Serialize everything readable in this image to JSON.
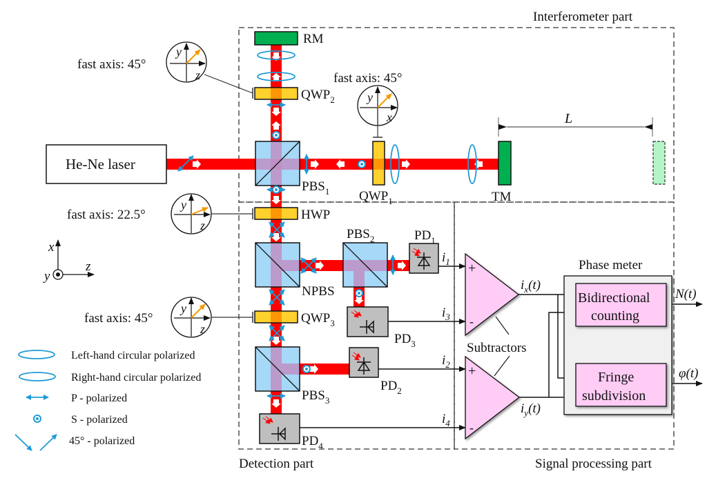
{
  "sections": {
    "interferometer": "Interferometer part",
    "detection": "Detection part",
    "signal_processing": "Signal processing part"
  },
  "components": {
    "laser": "He-Ne laser",
    "rm": "RM",
    "qwp2": {
      "base": "QWP",
      "sub": "2"
    },
    "qwp1": {
      "base": "QWP",
      "sub": "1"
    },
    "qwp3": {
      "base": "QWP",
      "sub": "3"
    },
    "pbs1": {
      "base": "PBS",
      "sub": "1"
    },
    "pbs2": {
      "base": "PBS",
      "sub": "2"
    },
    "pbs3": {
      "base": "PBS",
      "sub": "3"
    },
    "npbs": "NPBS",
    "hwp": "HWP",
    "tm": "TM",
    "distance": "L",
    "pd1": {
      "base": "PD",
      "sub": "1"
    },
    "pd2": {
      "base": "PD",
      "sub": "2"
    },
    "pd3": {
      "base": "PD",
      "sub": "3"
    },
    "pd4": {
      "base": "PD",
      "sub": "4"
    }
  },
  "waveplates": {
    "qwp2_fast_axis": "fast axis: 45°",
    "qwp1_fast_axis": "fast axis: 45°",
    "hwp_fast_axis": "fast axis: 22.5°",
    "qwp3_fast_axis": "fast axis: 45°",
    "axis_y": "y",
    "axis_z": "z",
    "axis_x": "x"
  },
  "signals": {
    "i1": {
      "base": "i",
      "sub": "1"
    },
    "i2": {
      "base": "i",
      "sub": "2"
    },
    "i3": {
      "base": "i",
      "sub": "3"
    },
    "i4": {
      "base": "i",
      "sub": "4"
    },
    "ix": {
      "base": "i",
      "sub": "x",
      "tail": "(t)"
    },
    "iy": {
      "base": "i",
      "sub": "y",
      "tail": "(t)"
    },
    "plus": "+",
    "minus": "-",
    "subtractors": "Subtractors",
    "phase_meter": "Phase meter",
    "bidirectional_1": "Bidirectional",
    "bidirectional_2": "counting",
    "fringe_1": "Fringe",
    "fringe_2": "subdivision",
    "output_n": "N(t)",
    "output_phi": "φ(t)"
  },
  "coordinate_frame": {
    "x": "x",
    "y": "y",
    "z": "z"
  },
  "legend": [
    {
      "icon": "left-hand-circular-icon",
      "label": "Left-hand circular  polarized"
    },
    {
      "icon": "right-hand-circular-icon",
      "label": "Right-hand circular polarized"
    },
    {
      "icon": "p-polarized-icon",
      "label": "P - polarized"
    },
    {
      "icon": "s-polarized-icon",
      "label": "S - polarized"
    },
    {
      "icon": "45deg-polarized-icon",
      "label": "45° - polarized"
    }
  ],
  "colors": {
    "beam": "#ff0000",
    "mirror": "#00b050",
    "waveplate": "#ffd12e",
    "beamsplitter": "#a6d8f7",
    "detector": "#bfbfbf",
    "subtractor": "#ffccf5",
    "polarization": "#1f9ad6",
    "fast_axis_arrow": "#f59a00",
    "ghost_mirror": "#b4f5c8"
  }
}
